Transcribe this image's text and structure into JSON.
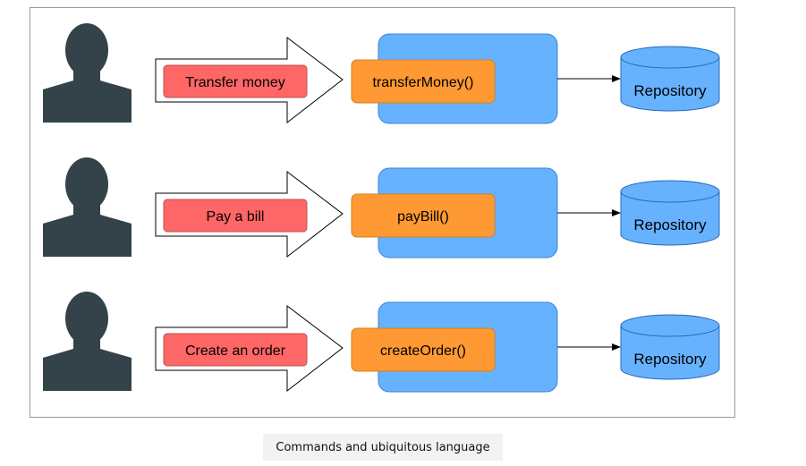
{
  "rows": [
    {
      "command_label": "Transfer money",
      "method_label": "transferMoney()",
      "repository_label": "Repository"
    },
    {
      "command_label": "Pay a bill",
      "method_label": "payBill()",
      "repository_label": "Repository"
    },
    {
      "command_label": "Create an order",
      "method_label": "createOrder()",
      "repository_label": "Repository"
    }
  ],
  "caption": "Commands and ubiquitous language",
  "icons": {
    "user": "user-silhouette-icon",
    "database": "database-cylinder-icon"
  },
  "colors": {
    "user": "#344349",
    "command_fill": "#ff6666",
    "command_stroke": "#b85450",
    "method_fill": "#ff9933",
    "method_stroke": "#d6801d",
    "service_fill": "#66b2ff",
    "service_stroke": "#3a86d8",
    "repo_fill": "#66b2ff",
    "repo_stroke": "#2a6bb8"
  }
}
